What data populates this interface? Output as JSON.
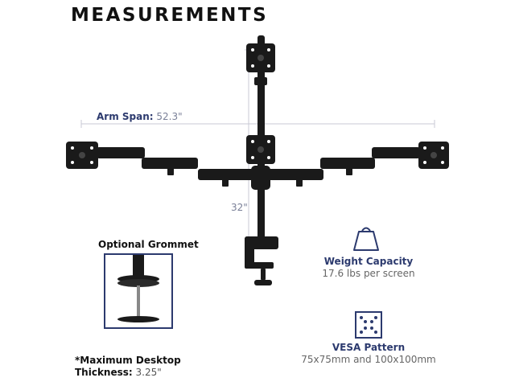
{
  "header": {
    "title": "MEASUREMENTS"
  },
  "dimensions": {
    "arm_span_key": "Arm Span:",
    "arm_span_value": "52.3\"",
    "height_value": "32\""
  },
  "grommet": {
    "title": "Optional Grommet",
    "desk_key_line1": "*Maximum Desktop",
    "desk_key_line2": "Thickness:",
    "desk_value": "3.25\""
  },
  "specs": {
    "weight_title": "Weight Capacity",
    "weight_value": "17.6 lbs per screen",
    "vesa_title": "VESA Pattern",
    "vesa_value": "75x75mm and 100x100mm"
  },
  "colors": {
    "accent": "#2c3a6e",
    "product": "#1a1a1a",
    "dimension_line": "#c8cad4"
  },
  "icons": [
    "weight-icon",
    "vesa-pattern-icon"
  ]
}
